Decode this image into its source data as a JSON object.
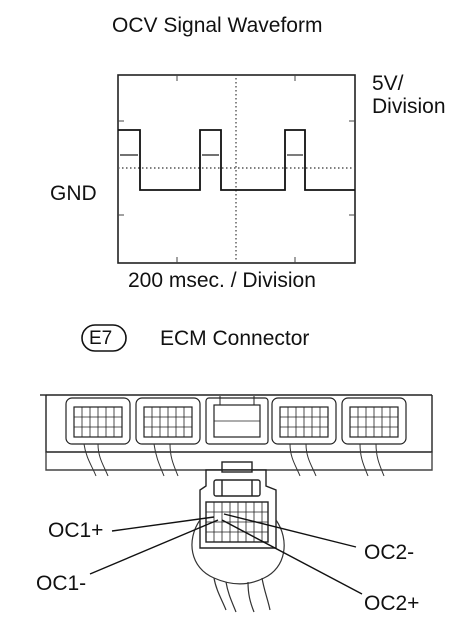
{
  "waveform": {
    "title": "OCV Signal Waveform",
    "voltage_scale": [
      "5V/",
      "Division"
    ],
    "ground_label": "GND",
    "time_scale": "200 msec. / Division"
  },
  "connector": {
    "code": "E7",
    "name": "ECM Connector"
  },
  "pins": {
    "oc1_plus": "OC1+",
    "oc1_minus": "OC1-",
    "oc2_minus": "OC2-",
    "oc2_plus": "OC2+"
  }
}
